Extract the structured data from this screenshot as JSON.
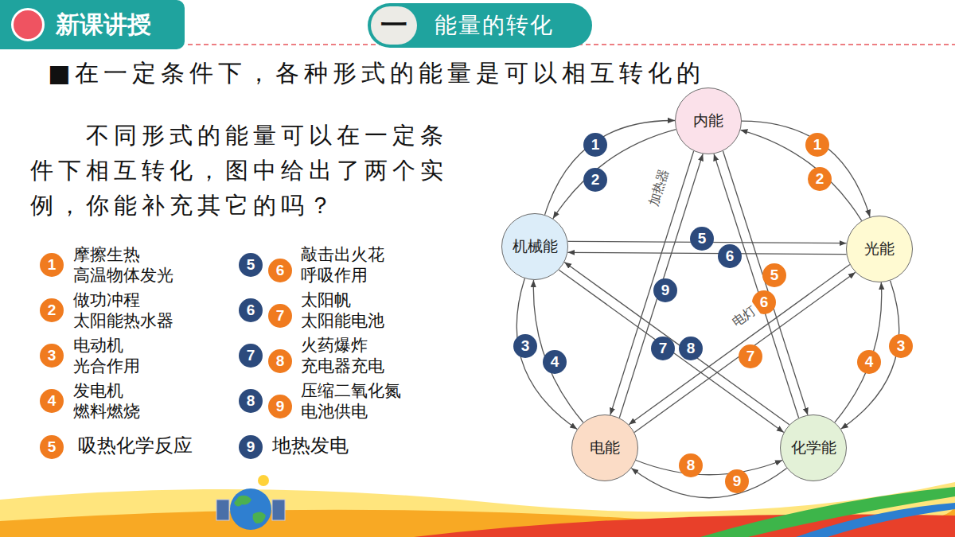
{
  "diagram": {
    "nodes": [
      {
        "text": [
          "新课讲授"
        ]
      },
      {
        "text": [
          "一",
          "能量的转化"
        ]
      },
      {
        "text": [
          "内能"
        ]
      },
      {
        "text": [
          "机械能"
        ]
      },
      {
        "text": [
          "光能"
        ]
      },
      {
        "text": [
          "电能"
        ]
      },
      {
        "text": [
          "化学能"
        ]
      }
    ],
    "edges": [
      {
        "from": 3,
        "to": 2,
        "arrow": "to",
        "label": "1"
      },
      {
        "from": 2,
        "to": 3,
        "arrow": "to",
        "label": "2"
      },
      {
        "from": 2,
        "to": 4,
        "arrow": "to",
        "label": "1"
      },
      {
        "from": 4,
        "to": 2,
        "arrow": "to",
        "label": "2"
      },
      {
        "from": 3,
        "to": 5,
        "arrow": "to",
        "label": "3"
      },
      {
        "from": 5,
        "to": 3,
        "arrow": "to",
        "label": "4"
      },
      {
        "from": 4,
        "to": 6,
        "arrow": "to",
        "label": "3"
      },
      {
        "from": 6,
        "to": 4,
        "arrow": "to",
        "label": "4"
      },
      {
        "from": 3,
        "to": 4,
        "arrow": "to",
        "label": "5"
      },
      {
        "from": 4,
        "to": 3,
        "arrow": "to",
        "label": "6"
      },
      {
        "from": 2,
        "to": 6,
        "arrow": "to",
        "label": "5"
      },
      {
        "from": 6,
        "to": 2,
        "arrow": "to",
        "label": "6"
      },
      {
        "from": 6,
        "to": 3,
        "arrow": "to",
        "label": "7"
      },
      {
        "from": 3,
        "to": 6,
        "arrow": "to",
        "label": "8"
      },
      {
        "from": 4,
        "to": 5,
        "arrow": "to",
        "label": "7"
      },
      {
        "from": 5,
        "to": 6,
        "arrow": "to",
        "label": "8"
      },
      {
        "from": 6,
        "to": 5,
        "arrow": "to",
        "label": "9"
      },
      {
        "from": 2,
        "to": 5,
        "arrow": "to",
        "label": "9"
      },
      {
        "from": 5,
        "to": 2,
        "arrow": "to",
        "label": "加热器"
      },
      {
        "from": 5,
        "to": 4,
        "arrow": "to",
        "label": "电灯"
      }
    ],
    "labels": [
      "■在一定条件下，各种形式的能量是可以相互转化的",
      "不同形式的能量可以在一定条件下相互转化，图中给出了两个实例，你能补充其它的吗？",
      "1",
      "摩擦生热",
      "高温物体发光",
      "2",
      "做功冲程",
      "太阳能热水器",
      "3",
      "电动机",
      "光合作用",
      "4",
      "发电机",
      "燃料燃烧",
      "5",
      "吸热化学反应",
      "5",
      "6",
      "敲击出火花",
      "呼吸作用",
      "6",
      "7",
      "太阳帆",
      "太阳能电池",
      "7",
      "8",
      "火药爆炸",
      "充电器充电",
      "8",
      "9",
      "压缩二氧化氮",
      "电池供电",
      "9",
      "地热发电"
    ]
  }
}
